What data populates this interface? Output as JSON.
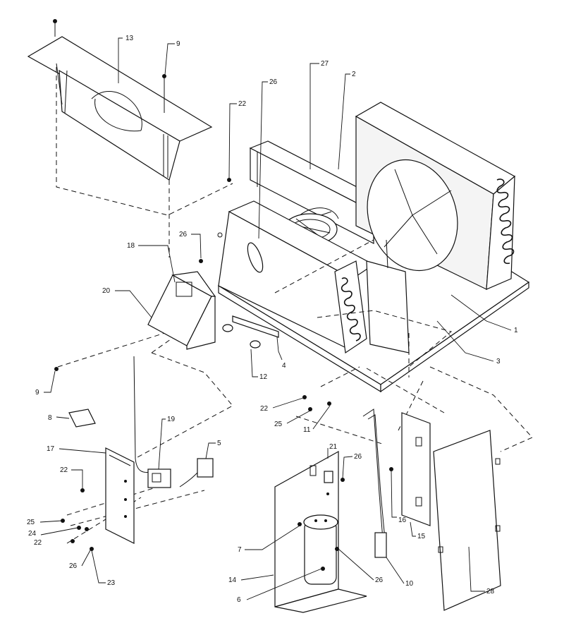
{
  "diagram": {
    "type": "exploded-parts-view",
    "callouts": [
      {
        "id": "c13",
        "label": "13"
      },
      {
        "id": "c9a",
        "label": "9"
      },
      {
        "id": "c26a",
        "label": "26"
      },
      {
        "id": "c27",
        "label": "27"
      },
      {
        "id": "c2",
        "label": "2"
      },
      {
        "id": "c22a",
        "label": "22"
      },
      {
        "id": "c26b",
        "label": "26"
      },
      {
        "id": "c18",
        "label": "18"
      },
      {
        "id": "c20",
        "label": "20"
      },
      {
        "id": "c1",
        "label": "1"
      },
      {
        "id": "c3",
        "label": "3"
      },
      {
        "id": "c4",
        "label": "4"
      },
      {
        "id": "c12",
        "label": "12"
      },
      {
        "id": "c9b",
        "label": "9"
      },
      {
        "id": "c22b",
        "label": "22"
      },
      {
        "id": "c25a",
        "label": "25"
      },
      {
        "id": "c11",
        "label": "11"
      },
      {
        "id": "c8",
        "label": "8"
      },
      {
        "id": "c19",
        "label": "19"
      },
      {
        "id": "c5",
        "label": "5"
      },
      {
        "id": "c17",
        "label": "17"
      },
      {
        "id": "c22c",
        "label": "22"
      },
      {
        "id": "c21",
        "label": "21"
      },
      {
        "id": "c26c",
        "label": "26"
      },
      {
        "id": "c25b",
        "label": "25"
      },
      {
        "id": "c24",
        "label": "24"
      },
      {
        "id": "c22d",
        "label": "22"
      },
      {
        "id": "c16",
        "label": "16"
      },
      {
        "id": "c15",
        "label": "15"
      },
      {
        "id": "c26d",
        "label": "26"
      },
      {
        "id": "c7",
        "label": "7"
      },
      {
        "id": "c23",
        "label": "23"
      },
      {
        "id": "c14",
        "label": "14"
      },
      {
        "id": "c6",
        "label": "6"
      },
      {
        "id": "c26e",
        "label": "26"
      },
      {
        "id": "c10",
        "label": "10"
      },
      {
        "id": "c28",
        "label": "28"
      }
    ]
  }
}
